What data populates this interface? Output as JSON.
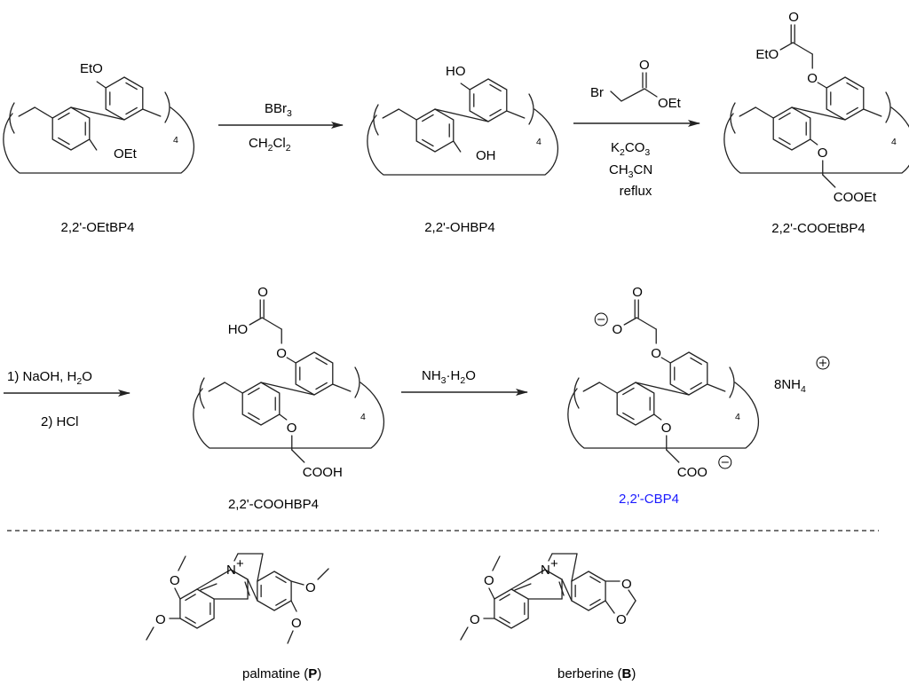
{
  "title": "Synthesis of 2,2'-CBP4 and structures of guests",
  "colors": {
    "target_label": "#1A1AFF",
    "ink": "#000000"
  },
  "compounds": [
    {
      "id": "c1",
      "name": "2,2'-OEtBP4",
      "top_sub": "EtO",
      "bottom_sub": "OEt",
      "repeat": "4"
    },
    {
      "id": "c2",
      "name": "2,2'-OHBP4",
      "top_sub": "HO",
      "bottom_sub": "OH",
      "repeat": "4"
    },
    {
      "id": "c3",
      "name": "2,2'-COOEtBP4",
      "top_ester": "EtO",
      "top_carbonyl_O": "O",
      "ether_O": "O",
      "bottom_O": "O",
      "bottom_group": "COOEt",
      "repeat": "4"
    },
    {
      "id": "c4",
      "name": "2,2'-COOHBP4",
      "top_ester": "HO",
      "top_carbonyl_O": "O",
      "ether_O": "O",
      "bottom_O": "O",
      "bottom_group": "COOH",
      "repeat": "4"
    },
    {
      "id": "c5",
      "name": "2,2'-CBP4",
      "top_ester": "O",
      "top_carbonyl_O": "O",
      "ether_O": "O",
      "bottom_O": "O",
      "bottom_group": "COO",
      "repeat": "4",
      "counterion": "8NH",
      "counterion_sub": "4",
      "highlight": true
    }
  ],
  "reactions": [
    {
      "above": [
        "BBr",
        "3"
      ],
      "below": [
        "CH",
        "2",
        "Cl",
        "2"
      ]
    },
    {
      "reagent": {
        "br": "Br",
        "o": "O",
        "oet": "OEt"
      },
      "below": [
        [
          "K",
          "2",
          "CO",
          "3"
        ],
        [
          "CH",
          "3",
          "CN"
        ],
        [
          "reflux"
        ]
      ]
    },
    {
      "above": [
        "1) NaOH, H",
        "2",
        "O"
      ],
      "below": [
        "2) HCl"
      ]
    },
    {
      "above": [
        "NH",
        "3",
        "·H",
        "2",
        "O"
      ]
    }
  ],
  "guests": [
    {
      "name": "palmatine (",
      "bold": "P",
      "close": ")",
      "cation": "N",
      "plus": "+",
      "oxy": "O"
    },
    {
      "name": "berberine (",
      "bold": "B",
      "close": ")",
      "cation": "N",
      "plus": "+",
      "oxy": "O"
    }
  ]
}
